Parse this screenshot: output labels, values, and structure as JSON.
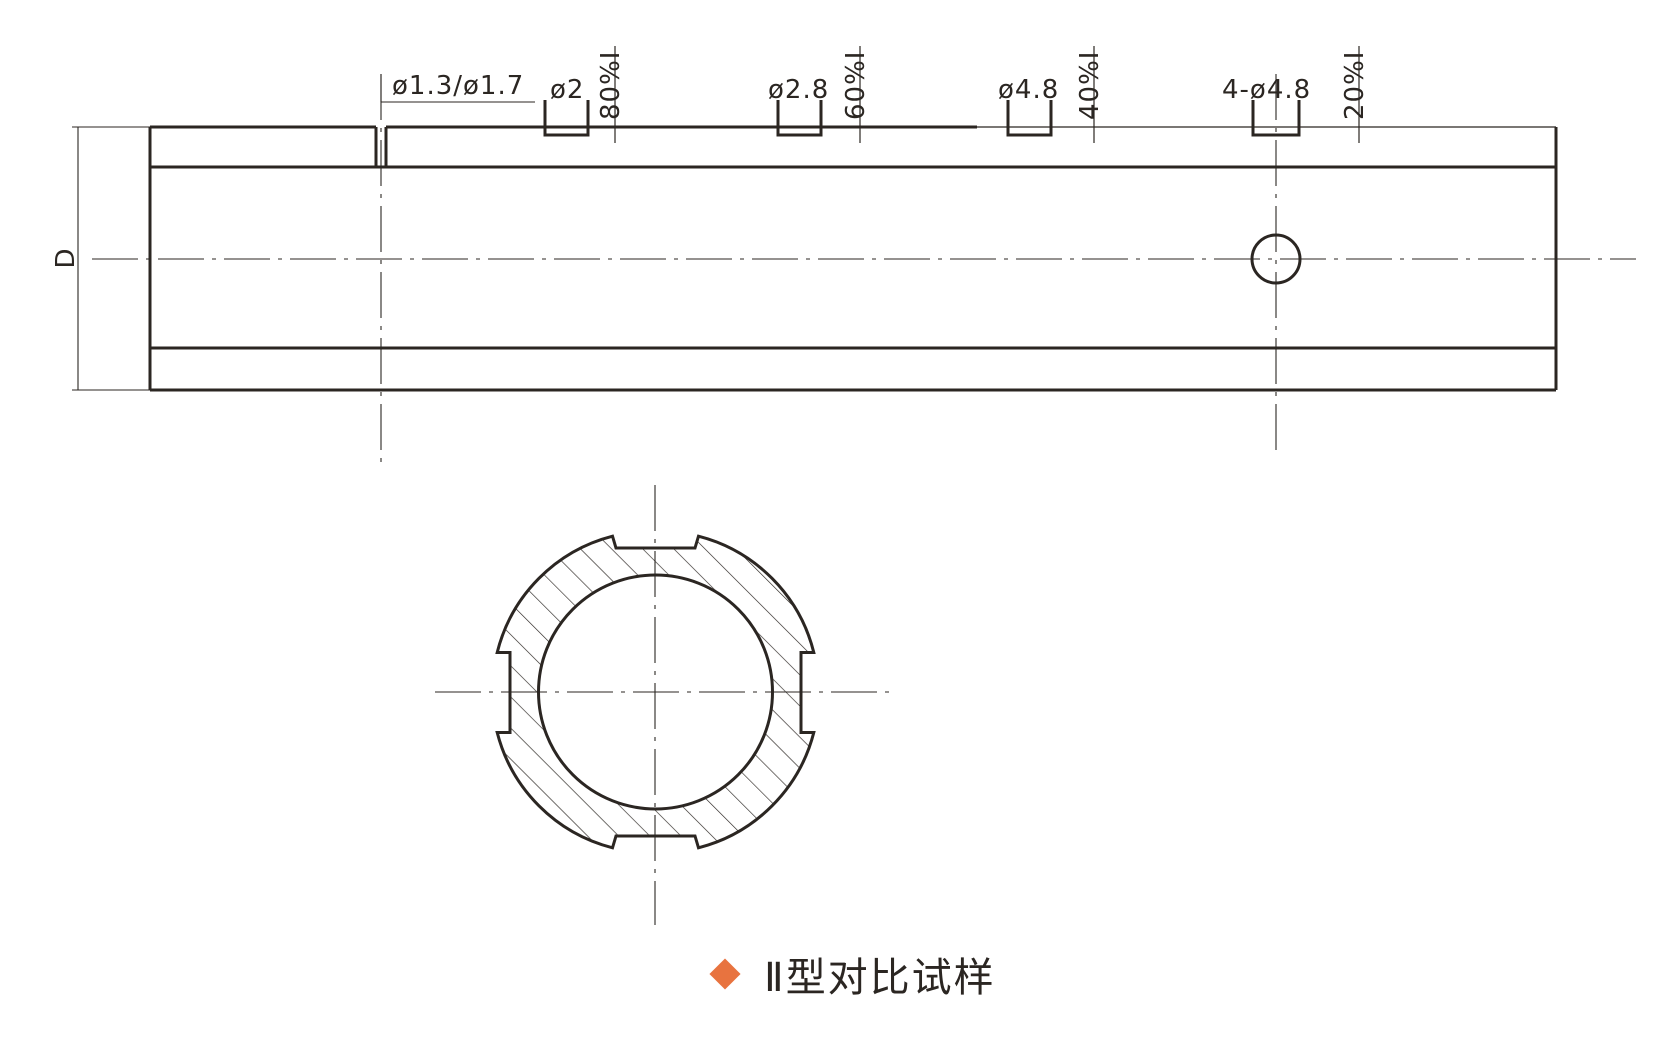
{
  "drawing": {
    "diameter_label": "D",
    "callouts": [
      {
        "id": "notch-1",
        "diameter": "ø1.3/ø1.7",
        "depth": ""
      },
      {
        "id": "hole-2",
        "diameter": "ø2",
        "depth": "80%I"
      },
      {
        "id": "hole-2-8",
        "diameter": "ø2.8",
        "depth": "60%I"
      },
      {
        "id": "hole-4-8",
        "diameter": "ø4.8",
        "depth": "40%I"
      },
      {
        "id": "hole-4x4-8",
        "diameter": "4-ø4.8",
        "depth": "20%I"
      }
    ]
  },
  "caption": {
    "text": "Ⅱ型对比试样",
    "marker_color": "#e8733f"
  },
  "colors": {
    "line": "#2b2622",
    "marker": "#e8733f"
  }
}
